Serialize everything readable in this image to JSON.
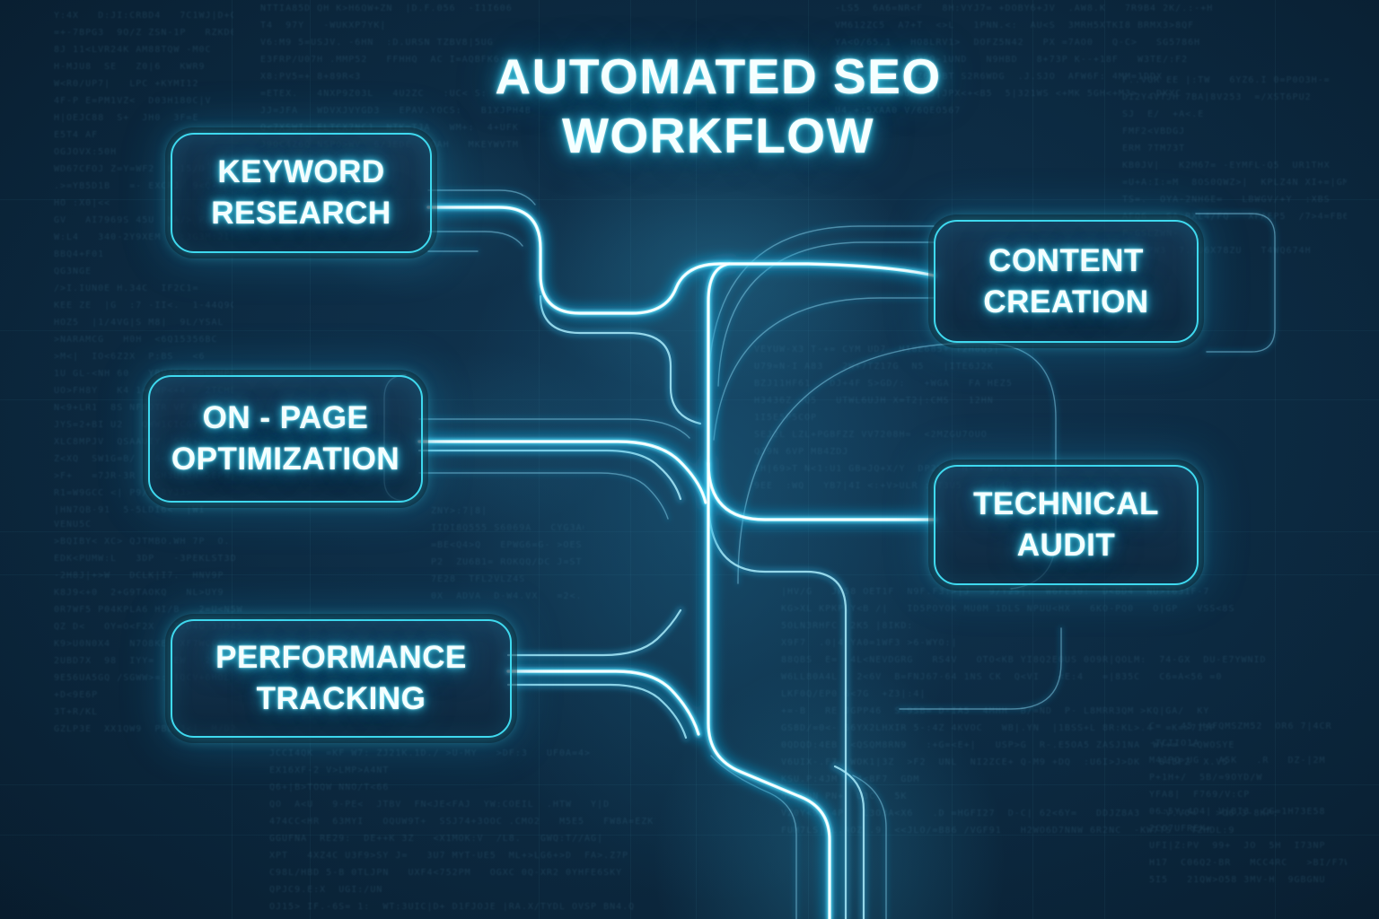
{
  "title": {
    "line1": "AUTOMATED SEO",
    "line2": "WORKFLOW"
  },
  "nodes": {
    "keyword_research": {
      "line1": "KEYWORD",
      "line2": "RESEARCH"
    },
    "onpage_optimization": {
      "line1": "ON - PAGE",
      "line2": "OPTIMIZATION"
    },
    "performance_tracking": {
      "line1": "PERFORMANCE",
      "line2": "TRACKING"
    },
    "content_creation": {
      "line1": "CONTENT",
      "line2": "CREATION"
    },
    "technical_audit": {
      "line1": "TECHNICAL",
      "line2": "AUDIT"
    }
  },
  "colors": {
    "background": "#0a2338",
    "trace_glow": "#35cfee",
    "trace_core": "#ffffff",
    "box_border": "#3fd9ef",
    "text": "#f4ffff"
  },
  "background_glyphs": "ABCDEFGHIJKLMNOPQRSTUVWXYZ0123456789+-=/|<>.:"
}
